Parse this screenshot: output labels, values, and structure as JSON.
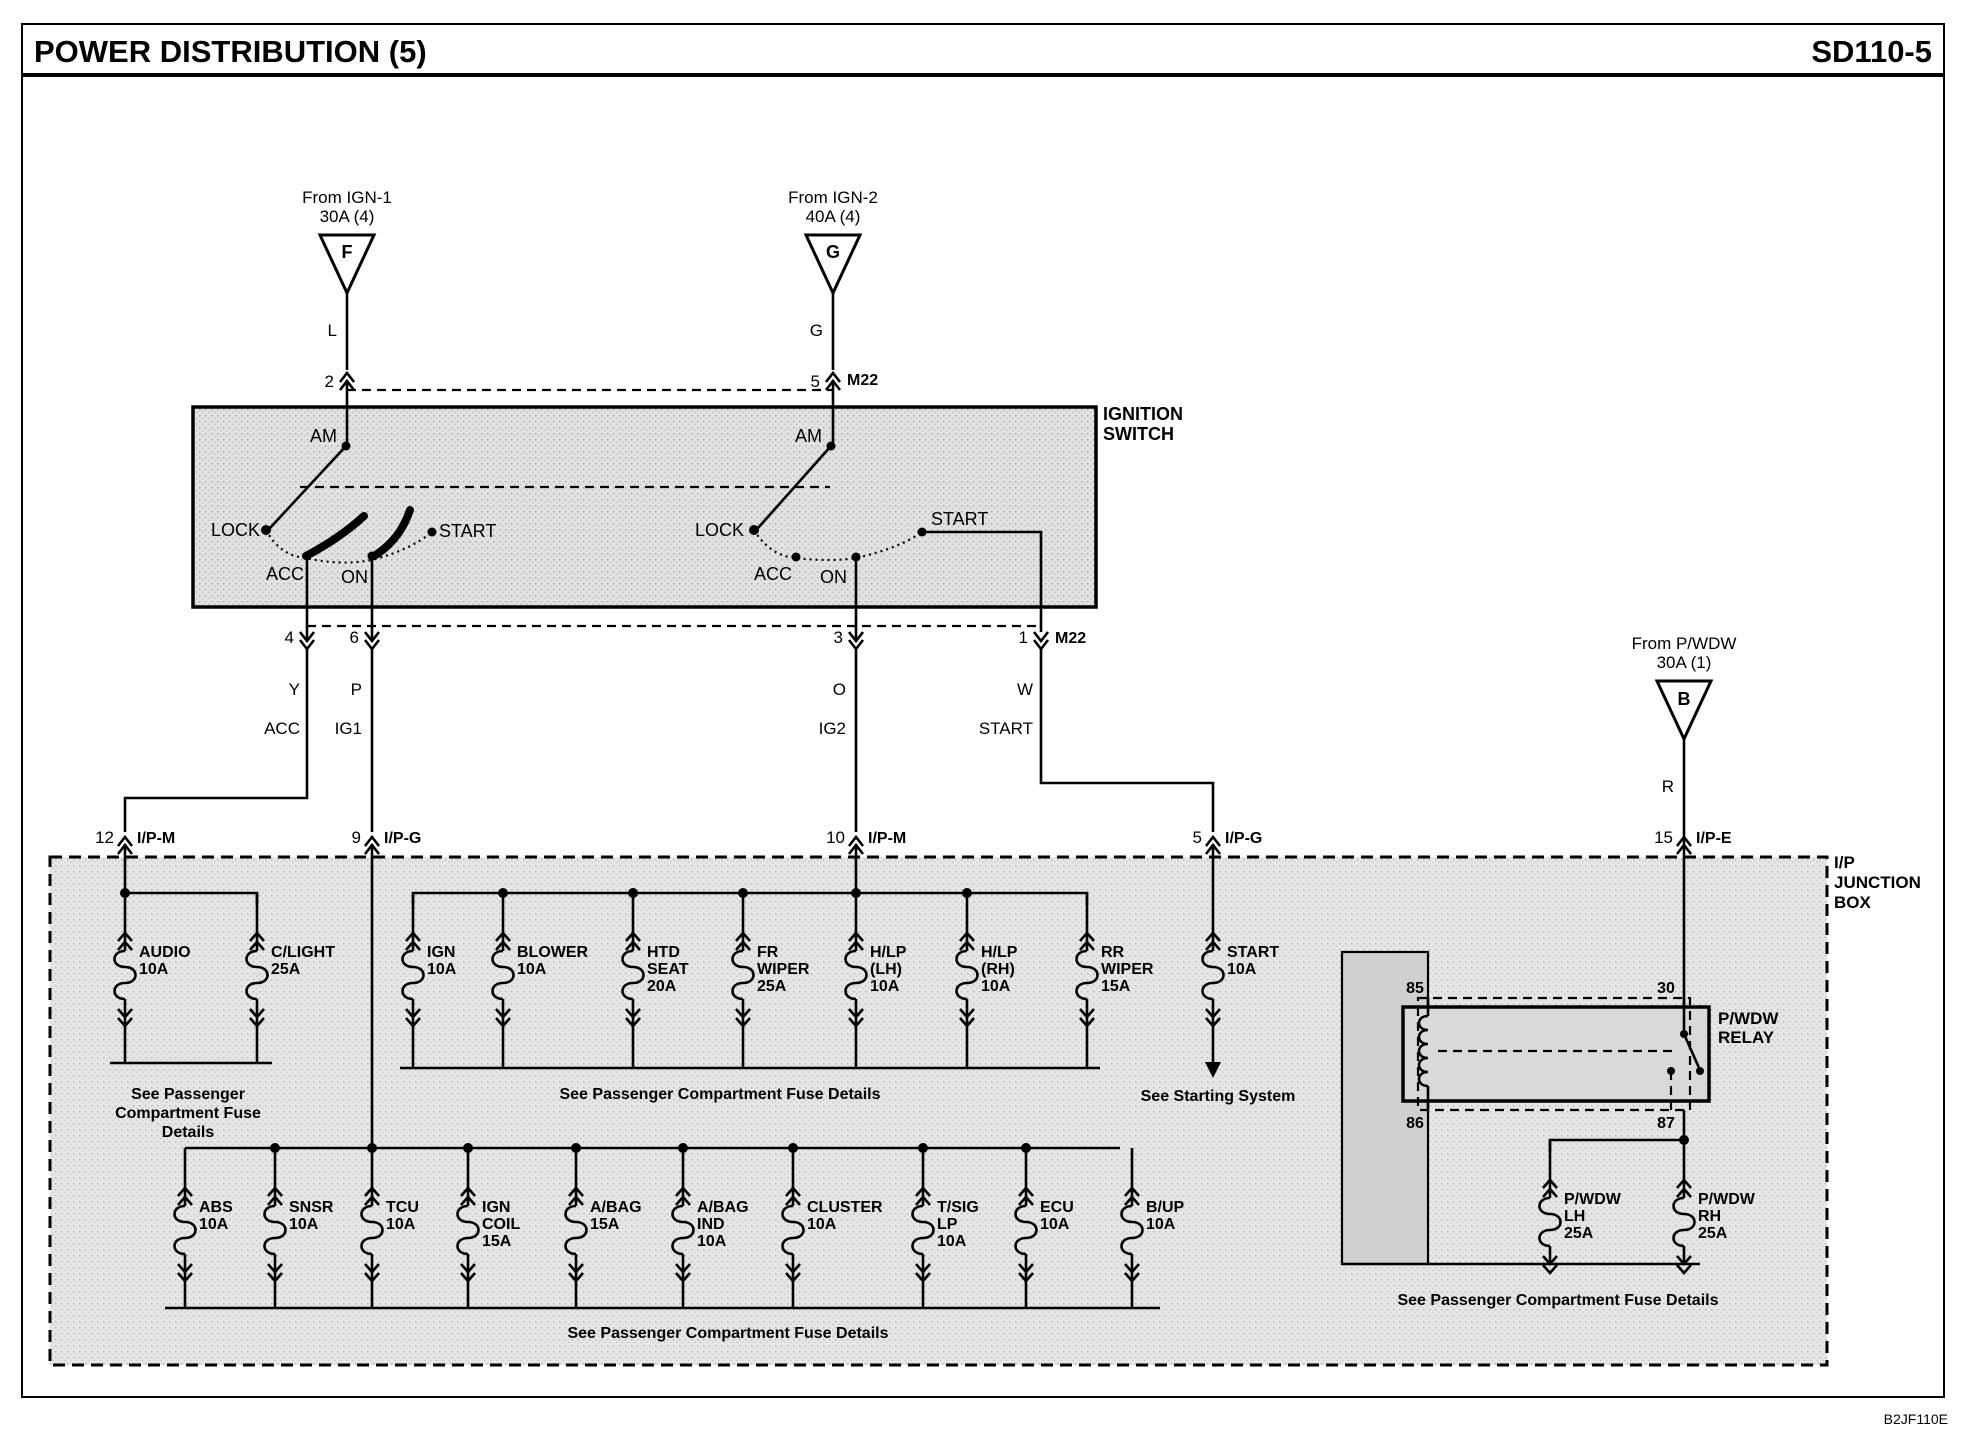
{
  "header": {
    "title": "POWER DISTRIBUTION (5)",
    "page_code": "SD110-5"
  },
  "footer": {
    "figure_id": "B2JF110E"
  },
  "sources": {
    "ign1": {
      "line1": "From IGN-1",
      "line2": "30A (4)",
      "symbol": "F"
    },
    "ign2": {
      "line1": "From IGN-2",
      "line2": "40A (4)",
      "symbol": "G"
    },
    "pwdw": {
      "line1": "From P/WDW",
      "line2": "30A (1)",
      "symbol": "B"
    }
  },
  "ignition_switch": {
    "label_line1": "IGNITION",
    "label_line2": "SWITCH",
    "connector": "M22",
    "pins": {
      "in_left": "2",
      "in_right": "5",
      "out_acc": "4",
      "out_ig1": "6",
      "out_ig2": "3",
      "out_start": "1"
    },
    "wires_in": {
      "left": "L",
      "right": "G"
    },
    "positions": {
      "am": "AM",
      "lock": "LOCK",
      "acc": "ACC",
      "on": "ON",
      "start": "START"
    }
  },
  "circuits": {
    "acc": {
      "wire": "Y",
      "name": "ACC"
    },
    "ig1": {
      "wire": "P",
      "name": "IG1"
    },
    "ig2": {
      "wire": "O",
      "name": "IG2"
    },
    "start": {
      "wire": "W",
      "name": "START"
    },
    "pwdw": {
      "wire": "R"
    }
  },
  "jb_connectors": {
    "c12": {
      "pin": "12",
      "conn": "I/P-M"
    },
    "c9": {
      "pin": "9",
      "conn": "I/P-G"
    },
    "c10": {
      "pin": "10",
      "conn": "I/P-M"
    },
    "c5": {
      "pin": "5",
      "conn": "I/P-G"
    },
    "c15": {
      "pin": "15",
      "conn": "I/P-E"
    }
  },
  "junction_box": {
    "line1": "I/P",
    "line2": "JUNCTION",
    "line3": "BOX"
  },
  "fuses_acc": [
    {
      "name": "AUDIO",
      "rating": "10A"
    },
    {
      "name": "C/LIGHT",
      "rating": "25A"
    }
  ],
  "fuses_ig2": [
    {
      "name": "IGN",
      "rating": "10A"
    },
    {
      "name": "BLOWER",
      "rating": "10A"
    },
    {
      "name": "HTD\nSEAT",
      "rating": "20A"
    },
    {
      "name": "FR\nWIPER",
      "rating": "25A"
    },
    {
      "name": "H/LP\n(LH)",
      "rating": "10A"
    },
    {
      "name": "H/LP\n(RH)",
      "rating": "10A"
    },
    {
      "name": "RR\nWIPER",
      "rating": "15A"
    }
  ],
  "fuse_start": {
    "name": "START",
    "rating": "10A"
  },
  "fuses_ig1": [
    {
      "name": "ABS",
      "rating": "10A"
    },
    {
      "name": "SNSR",
      "rating": "10A"
    },
    {
      "name": "TCU",
      "rating": "10A"
    },
    {
      "name": "IGN\nCOIL",
      "rating": "15A"
    },
    {
      "name": "A/BAG",
      "rating": "15A"
    },
    {
      "name": "A/BAG\nIND",
      "rating": "10A"
    },
    {
      "name": "CLUSTER",
      "rating": "10A"
    },
    {
      "name": "T/SIG\nLP",
      "rating": "10A"
    },
    {
      "name": "ECU",
      "rating": "10A"
    },
    {
      "name": "B/UP",
      "rating": "10A"
    }
  ],
  "fuses_pwdw": [
    {
      "name": "P/WDW\nLH",
      "rating": "25A"
    },
    {
      "name": "P/WDW\nRH",
      "rating": "25A"
    }
  ],
  "relay": {
    "line1": "P/WDW",
    "line2": "RELAY",
    "pins": {
      "p85": "85",
      "p30": "30",
      "p86": "86",
      "p87": "87"
    }
  },
  "notes": {
    "see_pc_fuse_3lines": [
      "See Passenger",
      "Compartment Fuse",
      "Details"
    ],
    "see_pc_fuse": "See Passenger Compartment Fuse Details",
    "see_starting": "See Starting System"
  }
}
